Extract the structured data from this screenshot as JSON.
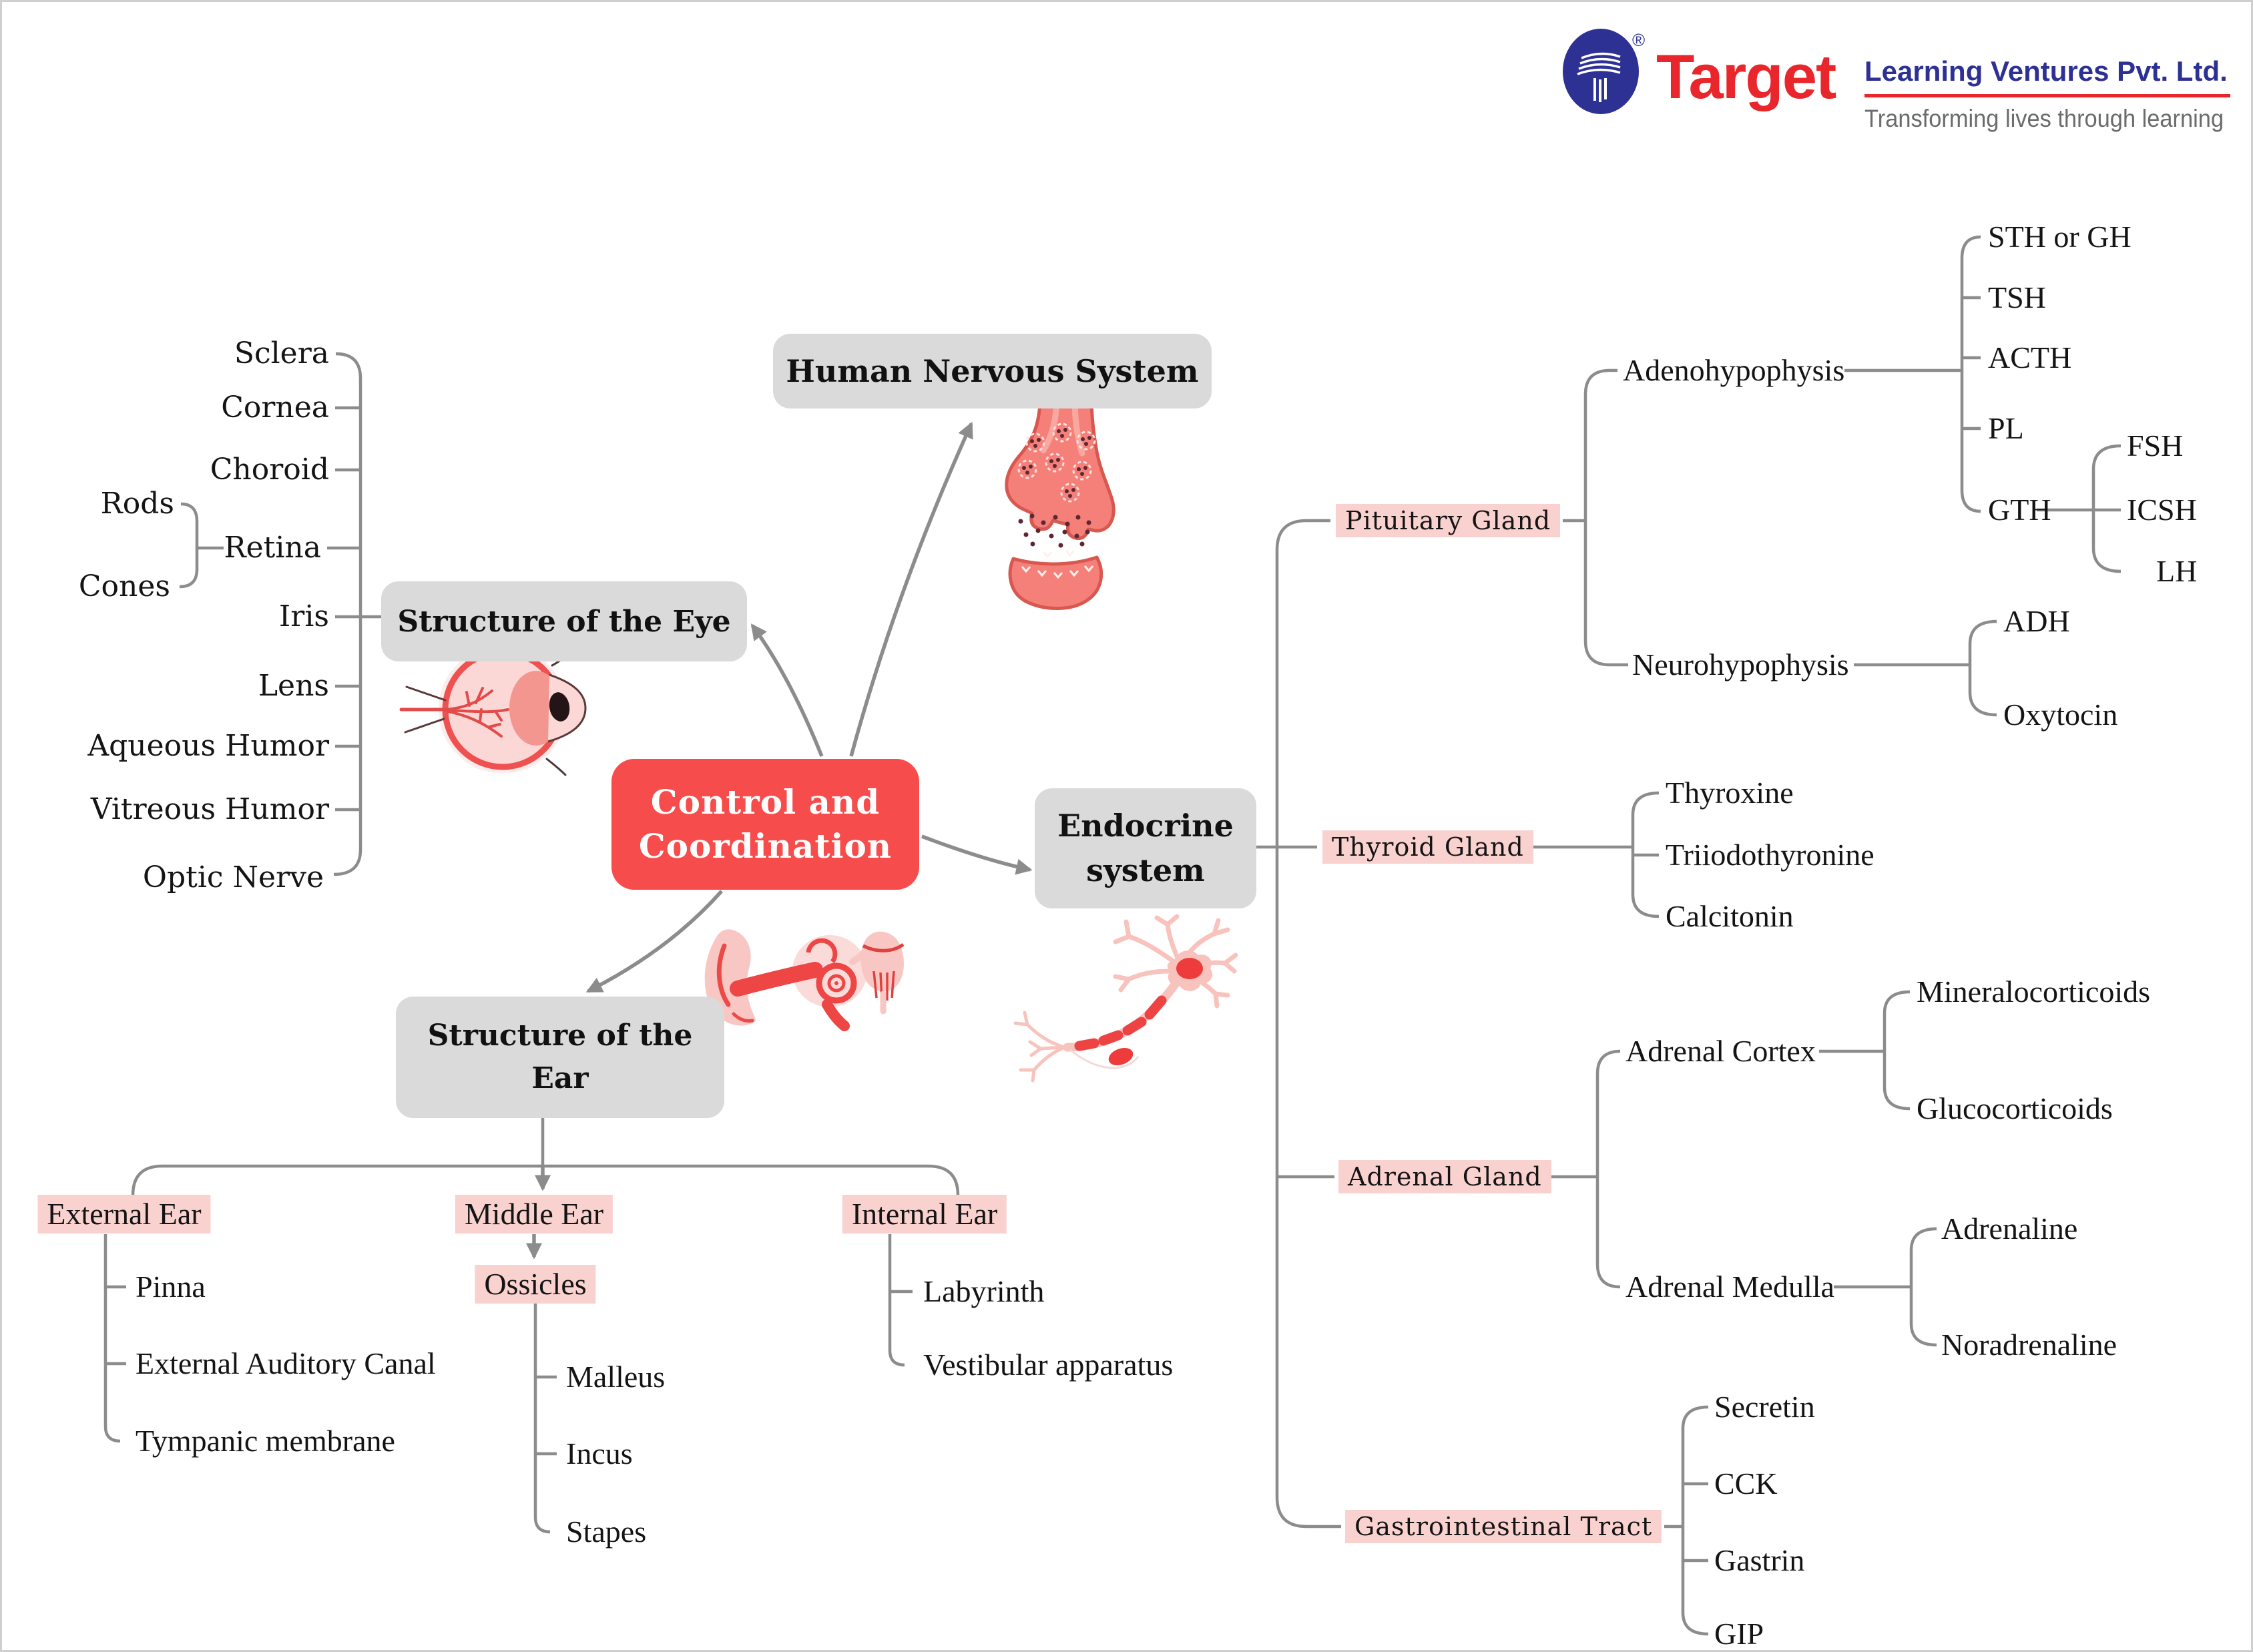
{
  "logo": {
    "brand": "Target",
    "registered_mark": "®",
    "company": "Learning Ventures Pvt. Ltd.",
    "tagline": "Transforming lives through learning",
    "brand_color": "#e8262b",
    "company_color": "#2d3194",
    "tagline_color": "#6b6b6b",
    "emblem_icon": "book-t-icon"
  },
  "central": {
    "label_line1": "Control and",
    "label_line2": "Coordination",
    "color": "#f74c4c"
  },
  "branches": {
    "nervous_system": {
      "title": "Human Nervous System"
    },
    "eye": {
      "title": "Structure of the Eye",
      "parts": [
        "Sclera",
        "Cornea",
        "Choroid",
        "Retina",
        "Iris",
        "Lens",
        "Aqueous Humor",
        "Vitreous Humor",
        "Optic Nerve"
      ],
      "retina_parts": [
        "Rods",
        "Cones"
      ]
    },
    "ear": {
      "title_line1": "Structure of the",
      "title_line2": "Ear",
      "external": {
        "label": "External Ear",
        "parts": [
          "Pinna",
          "External Auditory Canal",
          "Tympanic membrane"
        ]
      },
      "middle": {
        "label": "Middle Ear",
        "group": "Ossicles",
        "parts": [
          "Malleus",
          "Incus",
          "Stapes"
        ]
      },
      "internal": {
        "label": "Internal Ear",
        "parts": [
          "Labyrinth",
          "Vestibular apparatus"
        ]
      }
    },
    "endocrine": {
      "title_line1": "Endocrine",
      "title_line2": "system",
      "pituitary": {
        "label": "Pituitary Gland",
        "adenohypophysis": {
          "label": "Adenohypophysis",
          "hormones": [
            "STH or GH",
            "TSH",
            "ACTH",
            "PL",
            "GTH"
          ],
          "gth": {
            "hormones": [
              "FSH",
              "ICSH",
              "LH"
            ]
          }
        },
        "neurohypophysis": {
          "label": "Neurohypophysis",
          "hormones": [
            "ADH",
            "Oxytocin"
          ]
        }
      },
      "thyroid": {
        "label": "Thyroid Gland",
        "hormones": [
          "Thyroxine",
          "Triiodothyronine",
          "Calcitonin"
        ]
      },
      "adrenal": {
        "label": "Adrenal Gland",
        "cortex": {
          "label": "Adrenal Cortex",
          "hormones": [
            "Mineralocorticoids",
            "Glucocorticoids"
          ]
        },
        "medulla": {
          "label": "Adrenal Medulla",
          "hormones": [
            "Adrenaline",
            "Noradrenaline"
          ]
        }
      },
      "gi": {
        "label": "Gastrointestinal Tract",
        "hormones": [
          "Secretin",
          "CCK",
          "Gastrin",
          "GIP"
        ]
      }
    }
  },
  "styles": {
    "highlight_pink": "#f9d2cf",
    "box_gray": "#dadada",
    "line_gray": "#8c8c8c",
    "text_color": "#141414"
  }
}
